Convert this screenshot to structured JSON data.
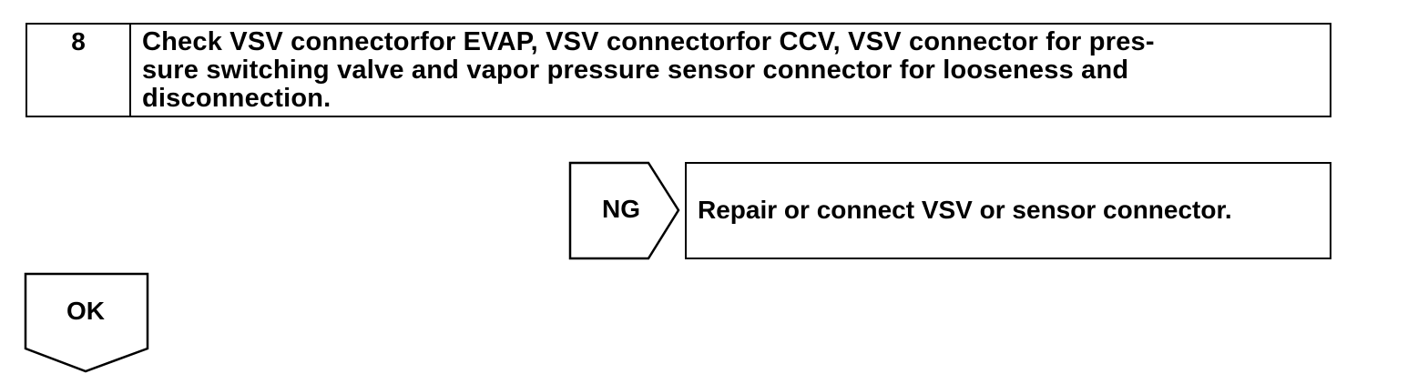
{
  "step": {
    "number": "8",
    "lines": [
      "Check VSV connectorfor EVAP, VSV connectorfor CCV, VSV connector for pres-",
      "sure switching valve and vapor pressure sensor connector for looseness and",
      "disconnection."
    ]
  },
  "ng_branch": {
    "label": "NG",
    "action": "Repair or connect VSV or sensor connector."
  },
  "ok_branch": {
    "label": "OK"
  }
}
